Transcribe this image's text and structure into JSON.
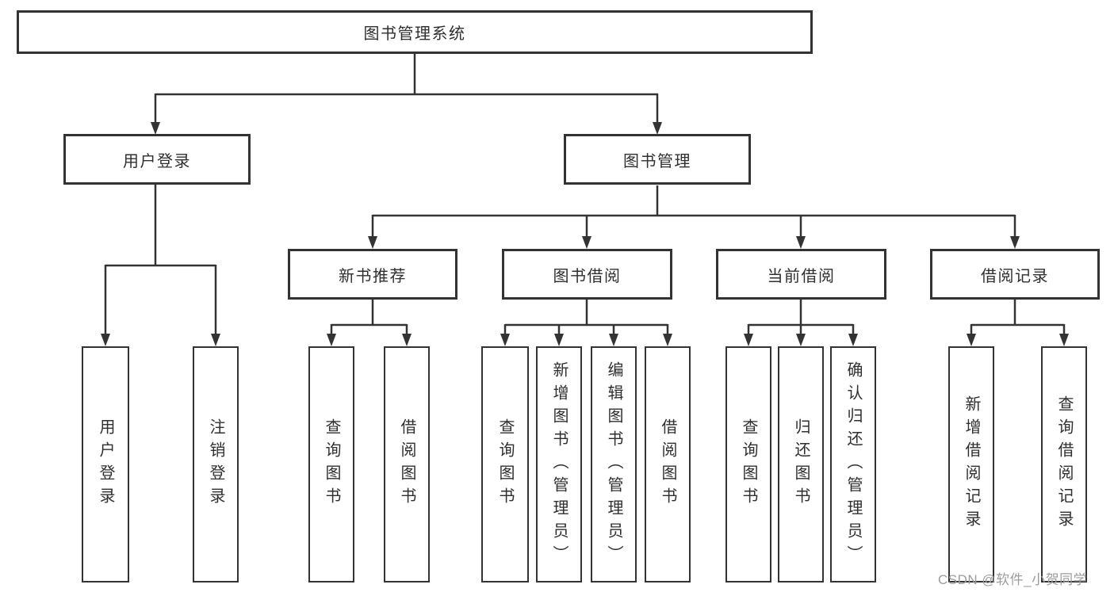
{
  "diagram": {
    "title": "图书管理系统",
    "branches": [
      {
        "label": "用户登录",
        "children": [
          "用户登录",
          "注销登录"
        ]
      },
      {
        "label": "图书管理",
        "subbranches": [
          {
            "label": "新书推荐",
            "children": [
              "查询图书",
              "借阅图书"
            ]
          },
          {
            "label": "图书借阅",
            "children": [
              "查询图书",
              "新增图书（管理员）",
              "编辑图书（管理员）",
              "借阅图书"
            ]
          },
          {
            "label": "当前借阅",
            "children": [
              "查询图书",
              "归还图书",
              "确认归还（管理员）"
            ]
          },
          {
            "label": "借阅记录",
            "children": [
              "新增借阅记录",
              "查询借阅记录"
            ]
          }
        ]
      }
    ]
  },
  "watermark": "CSDN @软件_小贺同学",
  "colors": {
    "line": "#333333",
    "box_border": "#333333",
    "text": "#2f2f2f",
    "watermark": "#9c9c9c",
    "background": "#ffffff"
  }
}
